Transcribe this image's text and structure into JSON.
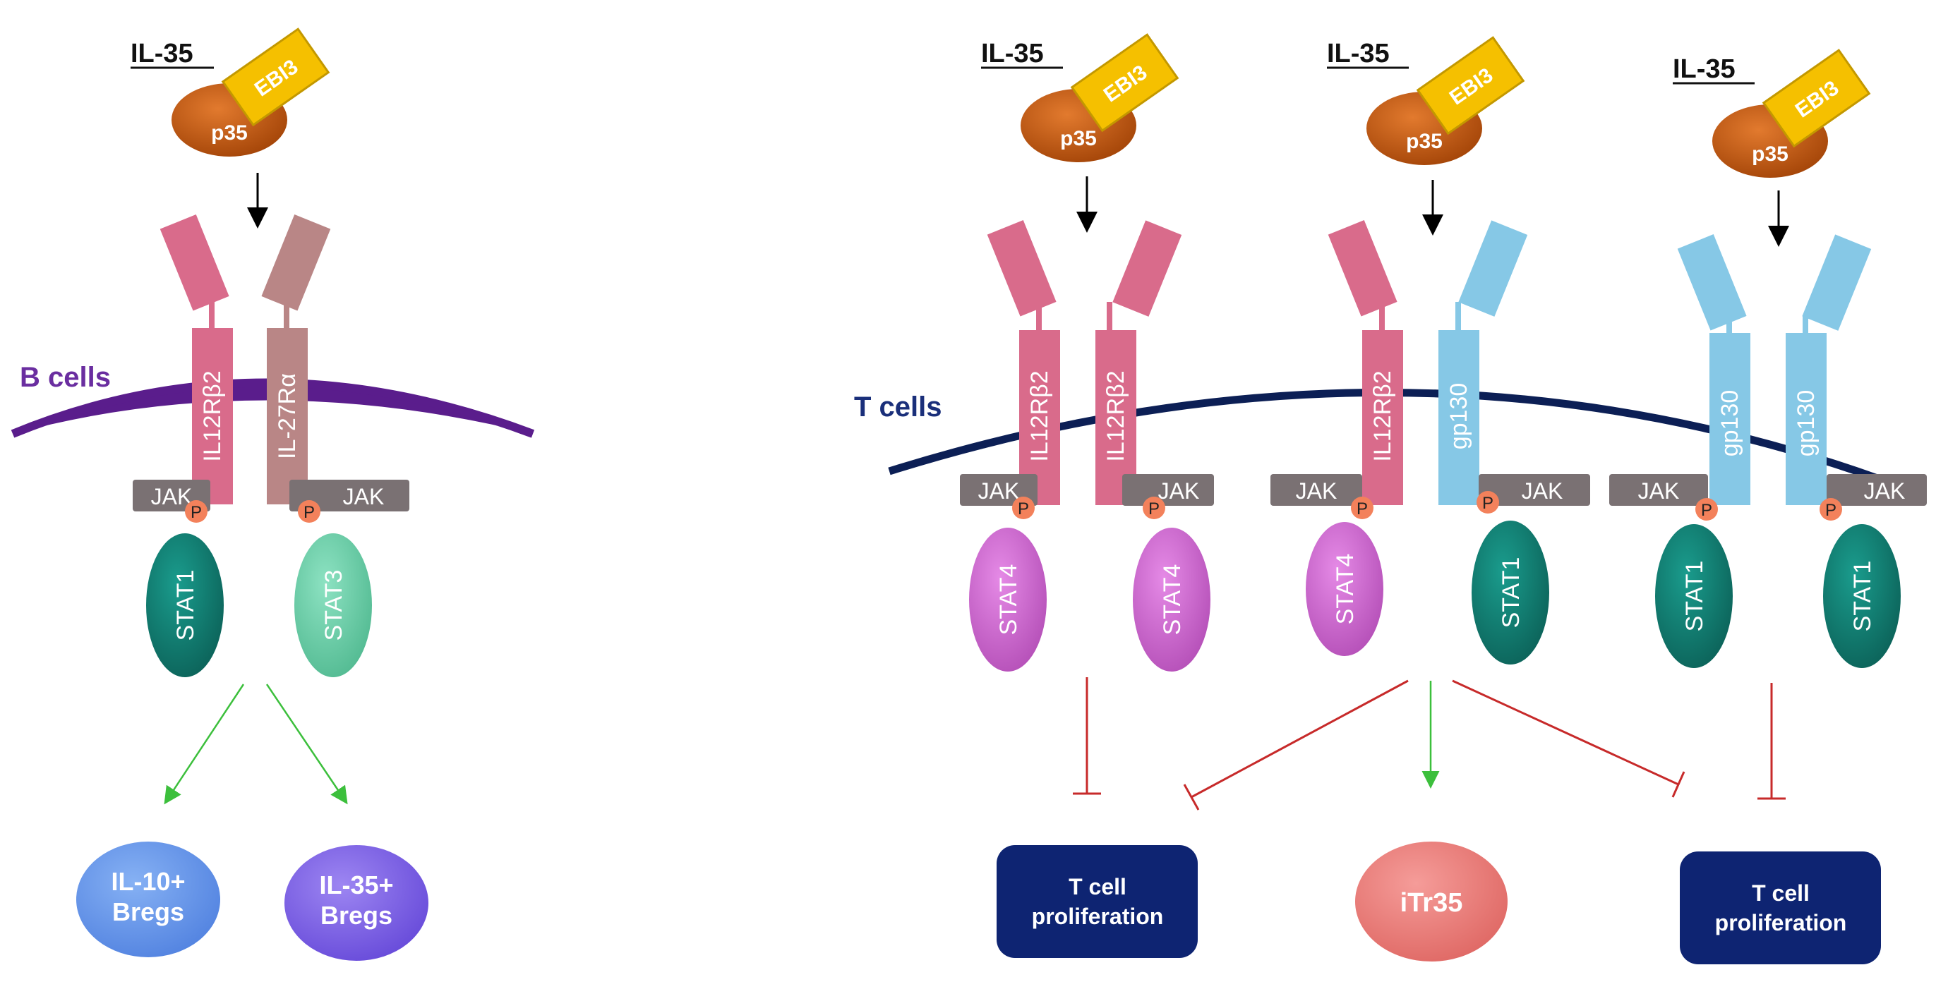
{
  "colors": {
    "receptor_il12rb2": "#d96b8b",
    "receptor_il27ra": "#b98686",
    "receptor_gp130": "#86c8e6",
    "jak": "#7a7173",
    "phospho": "#f3815b",
    "stat1": "#127f73",
    "stat3": "#67cfa8",
    "stat4": "#d066d2",
    "p35": "#c75b12",
    "ebi3": "#f5c000",
    "b_membrane": "#5a1d8c",
    "t_membrane": "#0c1f55",
    "il10_bregs": "#6597ee",
    "il35_bregs": "#7e62ea",
    "t_prolif": "#0e2472",
    "itr35": "#ee7e7b",
    "activation_arrow": "#3cbf3c",
    "inhibition_arrow": "#c72a2a"
  },
  "cytokine": {
    "title": "IL-35",
    "subunit_a": "p35",
    "subunit_b": "EBI3"
  },
  "b_cell_panel": {
    "membrane_label": "B cells",
    "receptor_left": "IL12Rβ2",
    "receptor_right": "IL-27Rα",
    "jak": "JAK",
    "phospho": "P",
    "stat_left": "STAT1",
    "stat_right": "STAT3",
    "outcome_left": [
      "IL-10+",
      "Bregs"
    ],
    "outcome_right": [
      "IL-35+",
      "Bregs"
    ]
  },
  "t_cell_panel": {
    "membrane_label": "T cells",
    "complexes": [
      {
        "receptor_left": "IL12Rβ2",
        "receptor_right": "IL12Rβ2",
        "stat_left": "STAT4",
        "stat_right": "STAT4"
      },
      {
        "receptor_left": "IL12Rβ2",
        "receptor_right": "gp130",
        "stat_left": "STAT4",
        "stat_right": "STAT1"
      },
      {
        "receptor_left": "gp130",
        "receptor_right": "gp130",
        "stat_left": "STAT1",
        "stat_right": "STAT1"
      }
    ],
    "jak": "JAK",
    "phospho": "P",
    "outcome_left": [
      "T cell",
      "proliferation"
    ],
    "outcome_middle": "iTr35",
    "outcome_right": [
      "T cell",
      "proliferation"
    ]
  }
}
